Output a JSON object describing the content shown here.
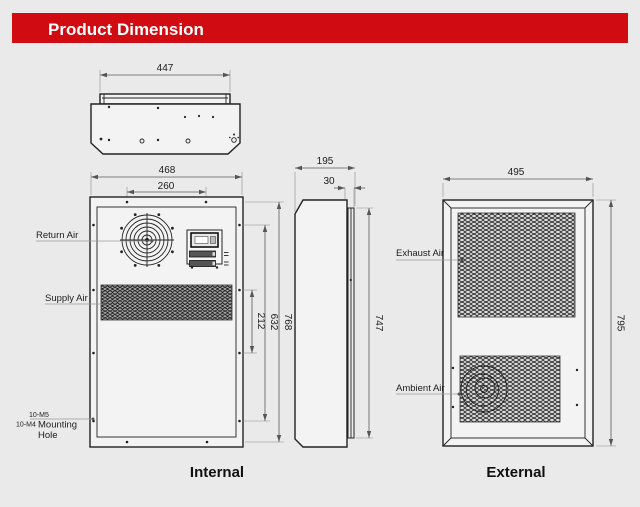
{
  "header": {
    "title": "Product Dimension"
  },
  "colors": {
    "header_bg": "#d00b12",
    "header_text": "#ffffff",
    "object_line": "#222222",
    "dimension_line": "#5a5a5a",
    "background": "#eaeaea"
  },
  "top_view": {
    "dim_width": "447"
  },
  "internal_view": {
    "label": "Internal",
    "dim_width_outer": "468",
    "dim_width_inner": "260",
    "dim_height_outer": "768",
    "dim_height_inner": "632",
    "dim_height_small": "212",
    "label_return_air": "Return Air",
    "label_supply_air": "Supply Air",
    "mounting": {
      "line1": "10-M5",
      "line2": "10-M4",
      "word1": "Mounting",
      "word2": "Hole"
    }
  },
  "side_view": {
    "dim_depth": "195",
    "dim_flange": "30",
    "dim_height": "747"
  },
  "external_view": {
    "label": "External",
    "dim_width": "495",
    "dim_height": "795",
    "label_exhaust_air": "Exhaust Air",
    "label_ambient_air": "Ambient Air"
  }
}
